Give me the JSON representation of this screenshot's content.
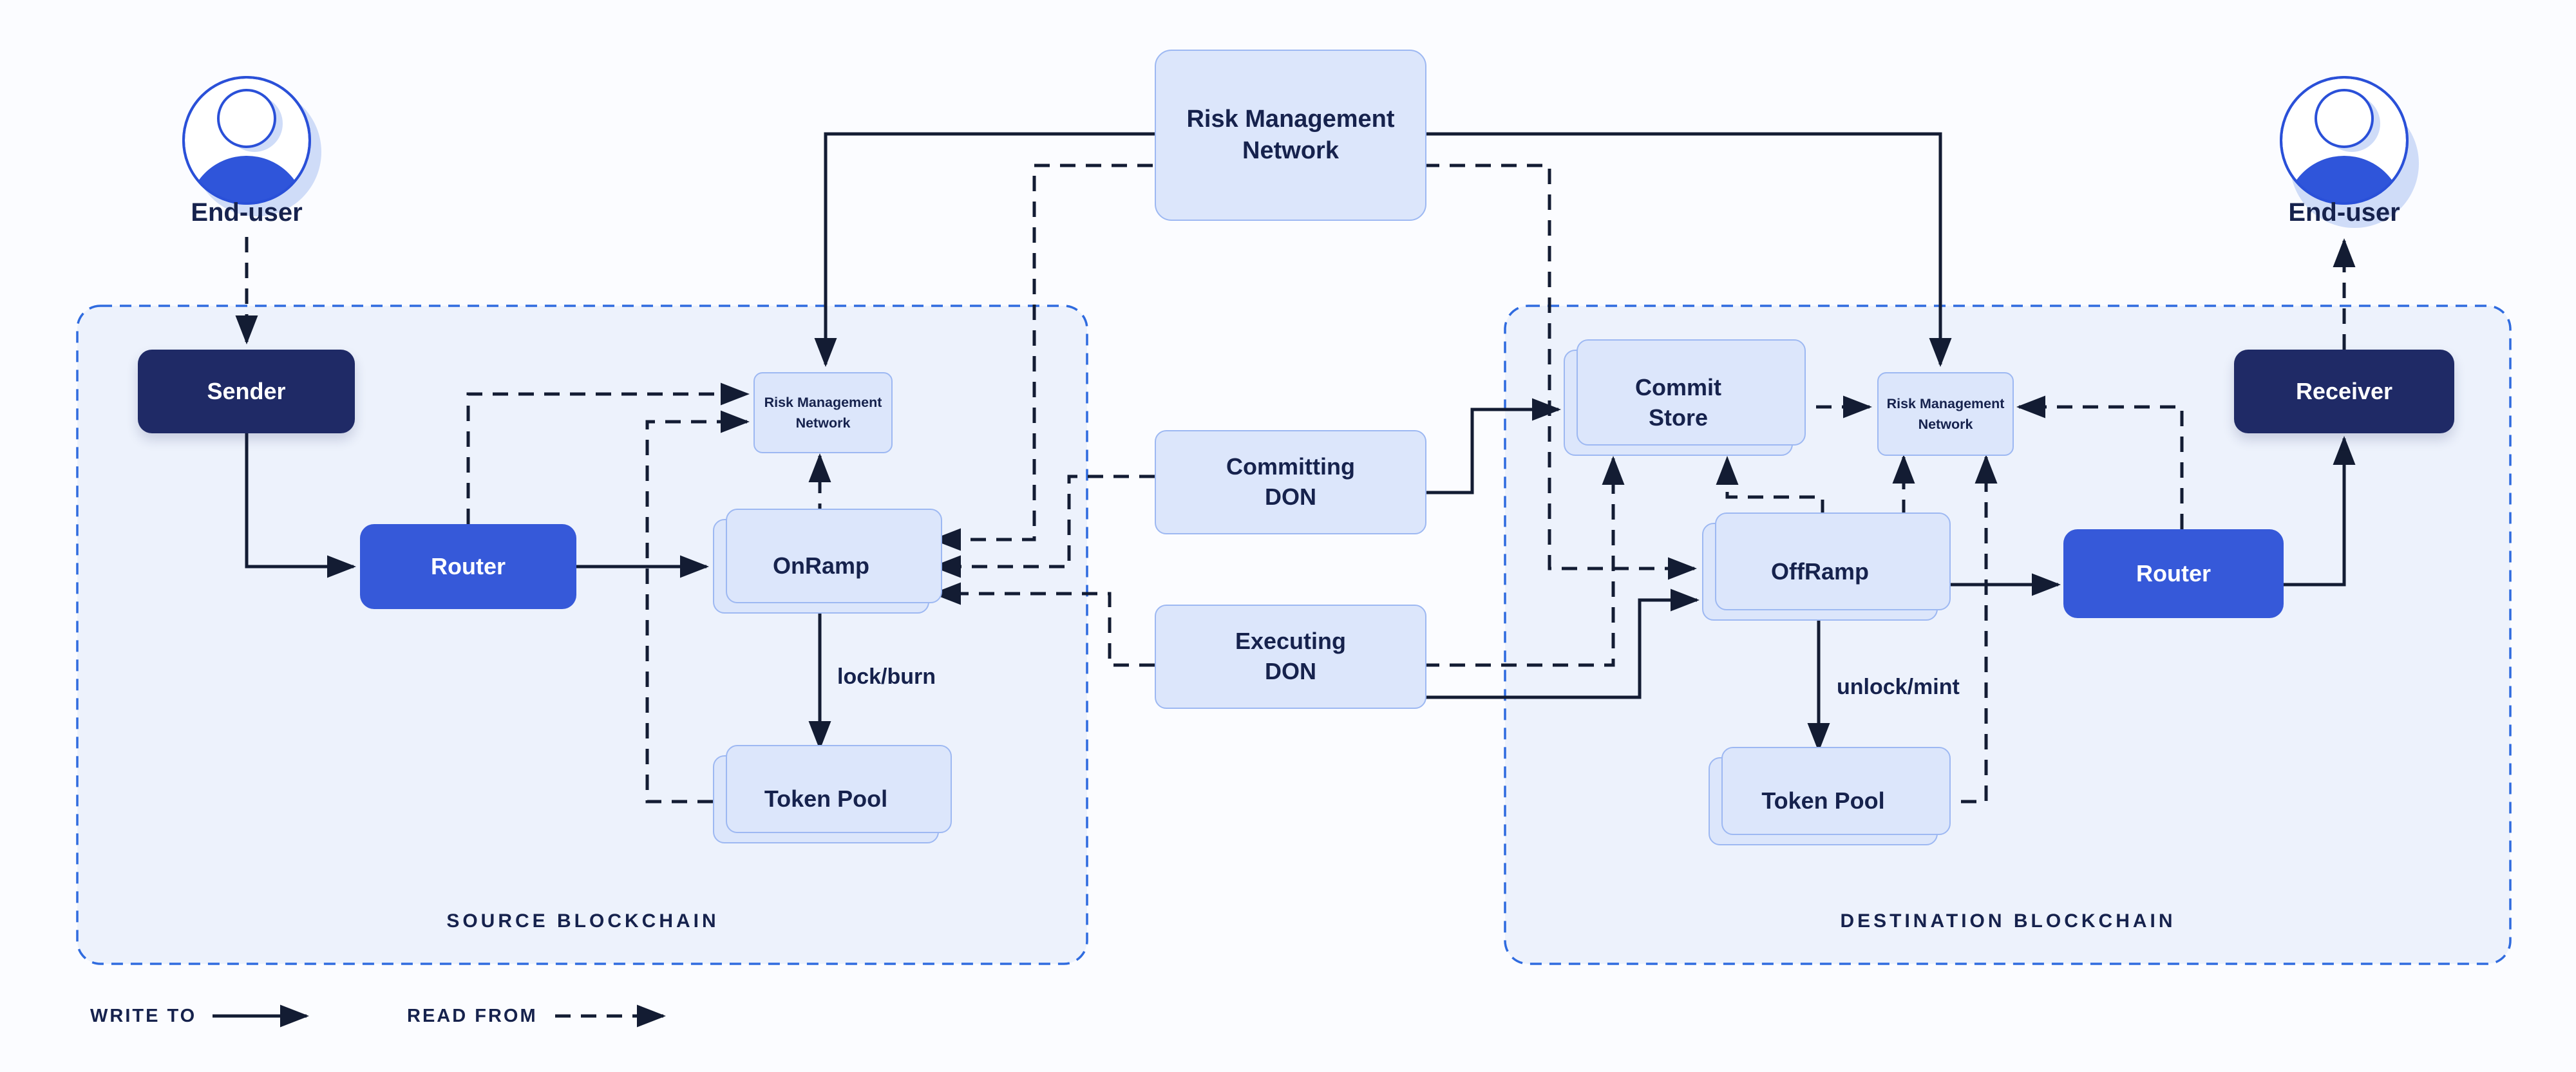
{
  "title": "CCIP cross-chain architecture diagram",
  "colors": {
    "line": "#131c33",
    "navy": "#1f2a66",
    "blue": "#3659d9",
    "light_fill": "#dce6fb",
    "light_border": "#9db8f2",
    "container_fill": "#edf2fc",
    "container_border": "#2f6bdf",
    "page_bg": "#fbfcff",
    "text_dark": "#16224d",
    "icon_blue": "#2a50d8",
    "icon_fill_blue": "#2f55da",
    "icon_shadow": "#cfdcf8"
  },
  "regions": {
    "source": {
      "label": "SOURCE BLOCKCHAIN"
    },
    "destination": {
      "label": "DESTINATION BLOCKCHAIN"
    }
  },
  "nodes": {
    "end_user_source": {
      "label": "End-user"
    },
    "end_user_dest": {
      "label": "End-user"
    },
    "sender": {
      "label": "Sender"
    },
    "router_source": {
      "label": "Router"
    },
    "rmn_onchain_source": {
      "label": "Risk Management\nNetwork"
    },
    "onramp": {
      "label": "OnRamp"
    },
    "token_pool_source": {
      "label": "Token Pool"
    },
    "rmn_offchain": {
      "label": "Risk Management\nNetwork"
    },
    "committing_don": {
      "label": "Committing\nDON"
    },
    "executing_don": {
      "label": "Executing\nDON"
    },
    "commit_store": {
      "label": "Commit\nStore"
    },
    "rmn_onchain_dest": {
      "label": "Risk Management\nNetwork"
    },
    "offramp": {
      "label": "OffRamp"
    },
    "router_dest": {
      "label": "Router"
    },
    "receiver": {
      "label": "Receiver"
    },
    "token_pool_dest": {
      "label": "Token Pool"
    }
  },
  "edge_labels": {
    "lock_burn": "lock/burn",
    "unlock_mint": "unlock/mint"
  },
  "legend": {
    "write_to": "WRITE TO",
    "read_from": "READ FROM"
  }
}
